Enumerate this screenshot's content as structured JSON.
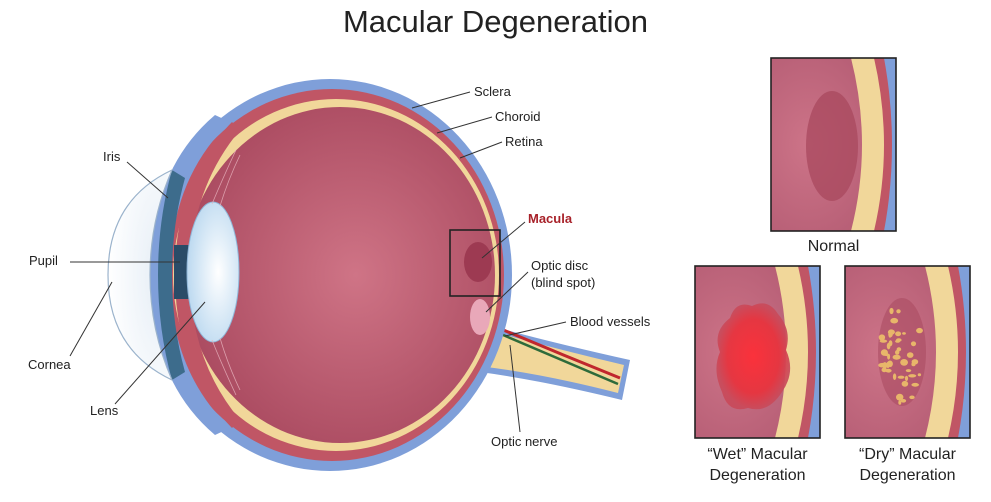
{
  "title": "Macular Degeneration",
  "labels": {
    "sclera": "Sclera",
    "choroid": "Choroid",
    "retina": "Retina",
    "macula": "Macula",
    "optic_disc_line1": "Optic disc",
    "optic_disc_line2": "(blind spot)",
    "blood_vessels": "Blood vessels",
    "optic_nerve": "Optic nerve",
    "iris": "Iris",
    "pupil": "Pupil",
    "cornea": "Cornea",
    "lens": "Lens"
  },
  "panels": {
    "normal": "Normal",
    "wet_line1": "“Wet” Macular",
    "wet_line2": "Degeneration",
    "dry_line1": "“Dry” Macular",
    "dry_line2": "Degeneration"
  },
  "colors": {
    "sclera": "#7f9fd9",
    "choroid": "#c05665",
    "retina": "#f1d79a",
    "vitreous": "#b95a70",
    "lens": "#dfeefa",
    "wet_lesion": "#e8323c",
    "dry_drusen": "#e8b66a",
    "label_accent": "#a8222a"
  }
}
